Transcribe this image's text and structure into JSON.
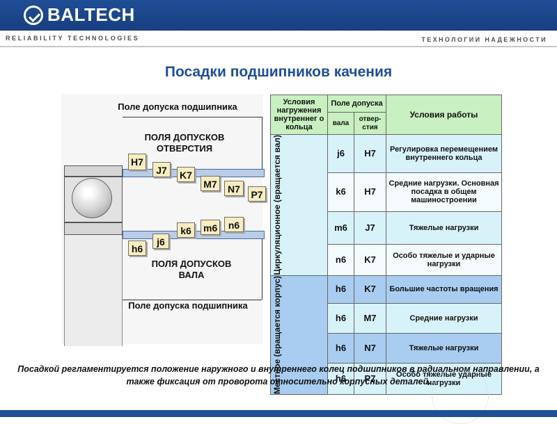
{
  "header": {
    "brand": "BALTECH",
    "tagline_left": "RELIABILITY TECHNOLOGIES",
    "tagline_right": "ТЕХНОЛОГИИ НАДЕЖНОСТИ"
  },
  "title": "Посадки подшипников качения",
  "diagram": {
    "top_label": "Поле допуска подшипника",
    "hole_label": [
      "ПОЛЯ ДОПУСКОВ",
      "ОТВЕРСТИЯ"
    ],
    "shaft_label": [
      "ПОЛЯ ДОПУСКОВ",
      "ВАЛА"
    ],
    "bottom_label": "Поле допуска подшипника",
    "hole_tolerances": [
      "H7",
      "J7",
      "K7",
      "M7",
      "N7",
      "P7"
    ],
    "shaft_tolerances": [
      "h6",
      "j6",
      "k6",
      "m6",
      "n6"
    ]
  },
  "table": {
    "header_conditions": "Условия нагружения внутреннег о кольца",
    "header_field": "Поле допуска",
    "header_shaft": "вала",
    "header_hole": "отвер-стия",
    "header_work": "Условия работы",
    "group_circ": "Циркуляционное (вращается вал)",
    "group_local": "Местное (вращается корпус)",
    "rows": [
      {
        "shaft": "j6",
        "hole": "H7",
        "work": "Регулировка перемещением внутреннего кольца"
      },
      {
        "shaft": "k6",
        "hole": "H7",
        "work": "Средние нагрузки. Основная посадка в общем машиностроении"
      },
      {
        "shaft": "m6",
        "hole": "J7",
        "work": "Тяжелые нагрузки"
      },
      {
        "shaft": "n6",
        "hole": "K7",
        "work": "Особо тяжелые и ударные нагрузки"
      },
      {
        "shaft": "h6",
        "hole": "K7",
        "work": "Большие частоты вращения"
      },
      {
        "shaft": "h6",
        "hole": "M7",
        "work": "Средние нагрузки"
      },
      {
        "shaft": "h6",
        "hole": "N7",
        "work": "Тяжелые нагрузки"
      },
      {
        "shaft": "h6",
        "hole": "P7",
        "work": "Особо тяжелые ударные нагрузки"
      }
    ]
  },
  "footer": "Посадкой регламентируется положение наружного и внутреннего колец подшипников в радиальном направлении, а также фиксация от проворота относительно корпусных деталей."
}
